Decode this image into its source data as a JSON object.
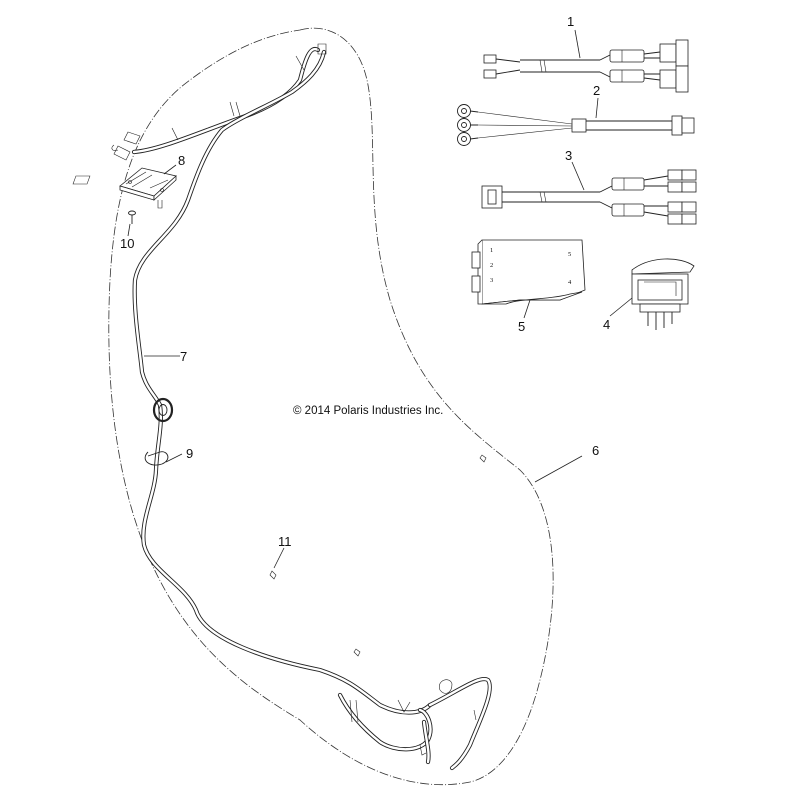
{
  "copyright": "© 2014 Polaris Industries Inc.",
  "callouts": [
    {
      "id": "1",
      "label": "1"
    },
    {
      "id": "2",
      "label": "2"
    },
    {
      "id": "3",
      "label": "3"
    },
    {
      "id": "4",
      "label": "4"
    },
    {
      "id": "5",
      "label": "5"
    },
    {
      "id": "6",
      "label": "6"
    },
    {
      "id": "7",
      "label": "7"
    },
    {
      "id": "8",
      "label": "8"
    },
    {
      "id": "9",
      "label": "9"
    },
    {
      "id": "10",
      "label": "10"
    },
    {
      "id": "11",
      "label": "11"
    }
  ],
  "control_box_pins": [
    "1",
    "2",
    "3",
    "5",
    "4"
  ]
}
